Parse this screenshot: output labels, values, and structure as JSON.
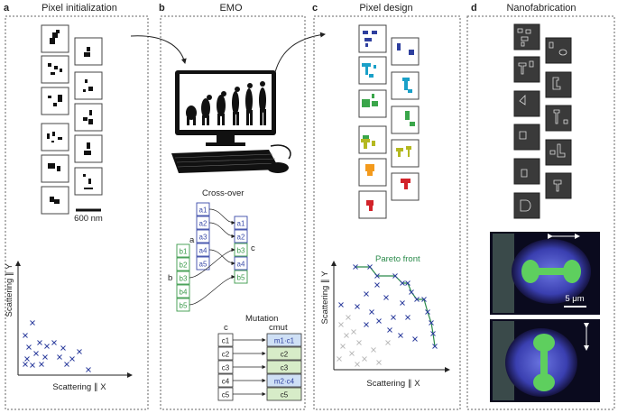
{
  "panels": [
    {
      "letter": "a",
      "title": "Pixel initialization"
    },
    {
      "letter": "b",
      "title": "EMO"
    },
    {
      "letter": "c",
      "title": "Pixel design"
    },
    {
      "letter": "d",
      "title": "Nanofabrication"
    }
  ],
  "panel_a": {
    "scale_label": "600 nm",
    "ylabel": "Scattering ∥ Y",
    "xlabel": "Scattering ∥ X"
  },
  "panel_b": {
    "crossover_title": "Cross-over",
    "parent_a_label": "a",
    "parent_b_label": "b",
    "child_label": "c",
    "parent_a_genes": [
      "a1",
      "a2",
      "a3",
      "a4",
      "a5"
    ],
    "parent_b_genes": [
      "b1",
      "b2",
      "b3",
      "b4",
      "b5"
    ],
    "child_genes": [
      "a1",
      "a2",
      "b3",
      "a4",
      "b5"
    ],
    "mutation_title": "Mutation",
    "mutation_in_label": "c",
    "mutation_out_label": "cmut",
    "mutation_in": [
      "c1",
      "c2",
      "c3",
      "c4",
      "c5"
    ],
    "mutation_out": [
      "m1·c1",
      "c2",
      "c3",
      "m2·c4",
      "c5"
    ]
  },
  "panel_c": {
    "pareto_label": "Pareto front",
    "ylabel": "Scattering ∥ Y",
    "xlabel": "Scattering ∥ X"
  },
  "panel_d": {
    "scale_label": "5 μm"
  },
  "colors": {
    "blue": "#2e3f9e",
    "cyan": "#1aa0c8",
    "green": "#3aa64a",
    "olive": "#b4b820",
    "orange": "#f39a1c",
    "red": "#d2232a",
    "pareto": "#2a8a4a",
    "gene_a": "#3a4aa8",
    "gene_b": "#3a9a4a"
  },
  "icons": [
    "monitor-icon",
    "keyboard-icon",
    "mouse-icon",
    "evolution-silhouettes-icon"
  ]
}
